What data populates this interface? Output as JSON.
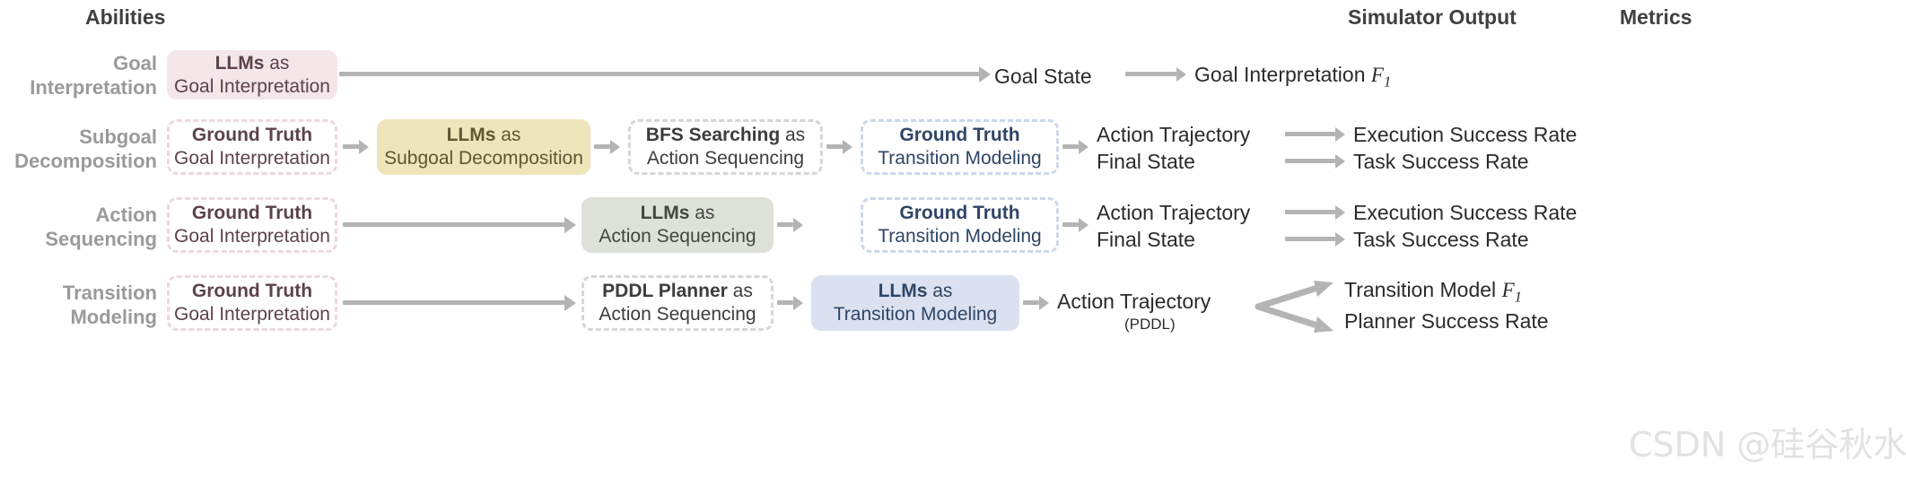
{
  "headers": {
    "abilities": "Abilities",
    "simulator_output": "Simulator Output",
    "metrics": "Metrics"
  },
  "rows": [
    {
      "label": "Goal\nInterpretation",
      "label_line1": "Goal",
      "label_line2": "Interpretation",
      "boxes": [
        {
          "who": "LLMs",
          "as": " as",
          "task": "Goal Interpretation",
          "style": "solid-pink"
        }
      ],
      "outputs": [
        "Goal State"
      ],
      "output_sub": "",
      "metrics": [
        "Goal Interpretation F1"
      ],
      "metrics_plain": [
        "Goal Interpretation"
      ],
      "metrics_sub": [
        "1"
      ]
    },
    {
      "label_line1": "Subgoal",
      "label_line2": "Decomposition",
      "boxes": [
        {
          "who": "Ground Truth",
          "as": "",
          "task": "Goal Interpretation",
          "style": "dash-pink"
        },
        {
          "who": "LLMs",
          "as": " as",
          "task": "Subgoal Decomposition",
          "style": "solid-yellow"
        },
        {
          "who": "BFS Searching",
          "as": " as",
          "task": "Action Sequencing",
          "style": "dash-gray"
        },
        {
          "who": "Ground Truth",
          "as": "",
          "task": "Transition Modeling",
          "style": "dash-blue"
        }
      ],
      "outputs": [
        "Action Trajectory",
        "Final State"
      ],
      "output_sub": "",
      "metrics": [
        "Execution Success Rate",
        "Task Success Rate"
      ]
    },
    {
      "label_line1": "Action",
      "label_line2": "Sequencing",
      "boxes": [
        {
          "who": "Ground Truth",
          "as": "",
          "task": "Goal Interpretation",
          "style": "dash-pink"
        },
        {
          "who": "LLMs",
          "as": " as",
          "task": "Action Sequencing",
          "style": "solid-green"
        },
        {
          "who": "Ground Truth",
          "as": "",
          "task": "Transition Modeling",
          "style": "dash-blue"
        }
      ],
      "outputs": [
        "Action Trajectory",
        "Final State"
      ],
      "output_sub": "",
      "metrics": [
        "Execution Success Rate",
        "Task Success Rate"
      ]
    },
    {
      "label_line1": "Transition",
      "label_line2": "Modeling",
      "boxes": [
        {
          "who": "Ground Truth",
          "as": "",
          "task": "Goal Interpretation",
          "style": "dash-pink"
        },
        {
          "who": "PDDL Planner",
          "as": " as",
          "task": "Action Sequencing",
          "style": "dash-gray"
        },
        {
          "who": "LLMs",
          "as": " as",
          "task": "Transition Modeling",
          "style": "solid-blue"
        }
      ],
      "outputs": [
        "Action Trajectory"
      ],
      "output_sub": "(PDDL)",
      "metrics": [
        "Transition Model F1",
        "Planner Success Rate"
      ],
      "metrics_plain": [
        "Transition Model",
        "Planner Success Rate"
      ],
      "metrics_sub": [
        "1",
        ""
      ]
    }
  ],
  "watermark": "CSDN @硅谷秋水",
  "colors": {
    "pink": "#f4e6e9",
    "yellow": "#efe5bb",
    "green": "#dde1d9",
    "blue": "#dbe1f0",
    "arrow": "#b4b4b4",
    "row_label": "#9a9a9a",
    "header": "#404040"
  }
}
